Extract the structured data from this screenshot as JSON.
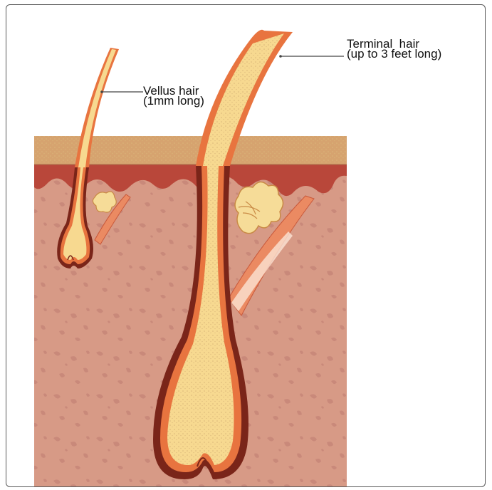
{
  "labels": {
    "vellus_name": "Vellus hair",
    "vellus_length": "(1mm long)",
    "terminal_name": "Terminal  hair",
    "terminal_length": "(up to 3 feet long)"
  },
  "colors": {
    "frame_border": "#5a5a5a",
    "epidermis": "#d6a36f",
    "dermis_band": "#b9473a",
    "dermis": "#d79a86",
    "dermis_spots": "#c9897a",
    "hair_shaft": "#f7d990",
    "hair_sheath": "#e8743f",
    "follicle_dark": "#7a2519",
    "sebaceous_gland": "#f6dc98"
  }
}
